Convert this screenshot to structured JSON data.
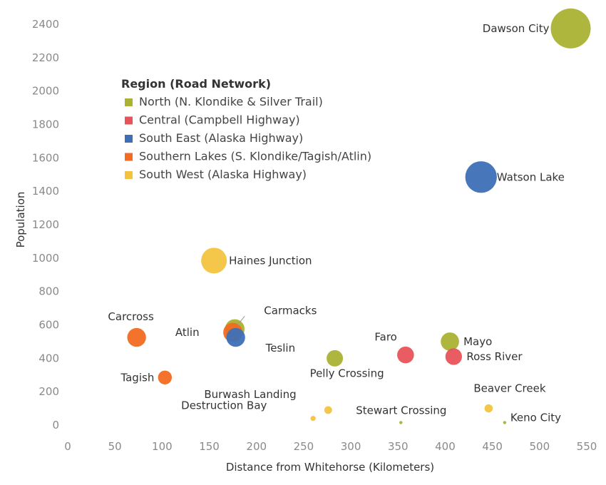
{
  "chart_data": {
    "type": "scatter",
    "xlabel": "Distance from Whitehorse (Kilometers)",
    "ylabel": "Population",
    "xlim": [
      0,
      550
    ],
    "ylim": [
      0,
      2400
    ],
    "x_ticks": [
      0,
      50,
      100,
      150,
      200,
      250,
      300,
      350,
      400,
      450,
      500,
      550
    ],
    "y_ticks": [
      0,
      200,
      400,
      600,
      800,
      1000,
      1200,
      1400,
      1600,
      1800,
      2000,
      2200,
      2400
    ],
    "grid": false,
    "size_encodes": "Population",
    "legend": {
      "title": "Region (Road Network)",
      "position": "upper-left",
      "entries": [
        {
          "name": "North (N. Klondike & Silver Trail)",
          "color": "#aab234"
        },
        {
          "name": "Central (Campbell Highway)",
          "color": "#e8535a"
        },
        {
          "name": "South East (Alaska Highway)",
          "color": "#3e6fb6"
        },
        {
          "name": "Southern Lakes (S. Klondike/Tagish/Atlin)",
          "color": "#f26b21"
        },
        {
          "name": "South West (Alaska Highway)",
          "color": "#f3c33f"
        }
      ]
    },
    "points": [
      {
        "label": "Dawson City",
        "x": 533,
        "y": 2375,
        "region": "North (N. Klondike & Silver Trail)"
      },
      {
        "label": "Watson Lake",
        "x": 438,
        "y": 1485,
        "region": "South East (Alaska Highway)"
      },
      {
        "label": "Haines Junction",
        "x": 155,
        "y": 985,
        "region": "South West (Alaska Highway)"
      },
      {
        "label": "Carcross",
        "x": 73,
        "y": 525,
        "region": "Southern Lakes (S. Klondike/Tagish/Atlin)"
      },
      {
        "label": "Tagish",
        "x": 103,
        "y": 285,
        "region": "Southern Lakes (S. Klondike/Tagish/Atlin)"
      },
      {
        "label": "Atlin",
        "x": 175,
        "y": 555,
        "region": "Southern Lakes (S. Klondike/Tagish/Atlin)"
      },
      {
        "label": "Teslin",
        "x": 178,
        "y": 525,
        "region": "South East (Alaska Highway)"
      },
      {
        "label": "Carmacks",
        "x": 177,
        "y": 575,
        "region": "North (N. Klondike & Silver Trail)"
      },
      {
        "label": "Pelly Crossing",
        "x": 283,
        "y": 400,
        "region": "North (N. Klondike & Silver Trail)"
      },
      {
        "label": "Faro",
        "x": 358,
        "y": 420,
        "region": "Central (Campbell Highway)"
      },
      {
        "label": "Mayo",
        "x": 405,
        "y": 500,
        "region": "North (N. Klondike & Silver Trail)"
      },
      {
        "label": "Ross River",
        "x": 409,
        "y": 410,
        "region": "Central (Campbell Highway)"
      },
      {
        "label": "Beaver Creek",
        "x": 446,
        "y": 100,
        "region": "South West (Alaska Highway)"
      },
      {
        "label": "Burwash Landing",
        "x": 276,
        "y": 90,
        "region": "South West (Alaska Highway)"
      },
      {
        "label": "Destruction Bay",
        "x": 260,
        "y": 40,
        "region": "South West (Alaska Highway)"
      },
      {
        "label": "Stewart Crossing",
        "x": 353,
        "y": 15,
        "region": "North (N. Klondike & Silver Trail)"
      },
      {
        "label": "Keno City",
        "x": 463,
        "y": 15,
        "region": "North (N. Klondike & Silver Trail)"
      }
    ]
  }
}
